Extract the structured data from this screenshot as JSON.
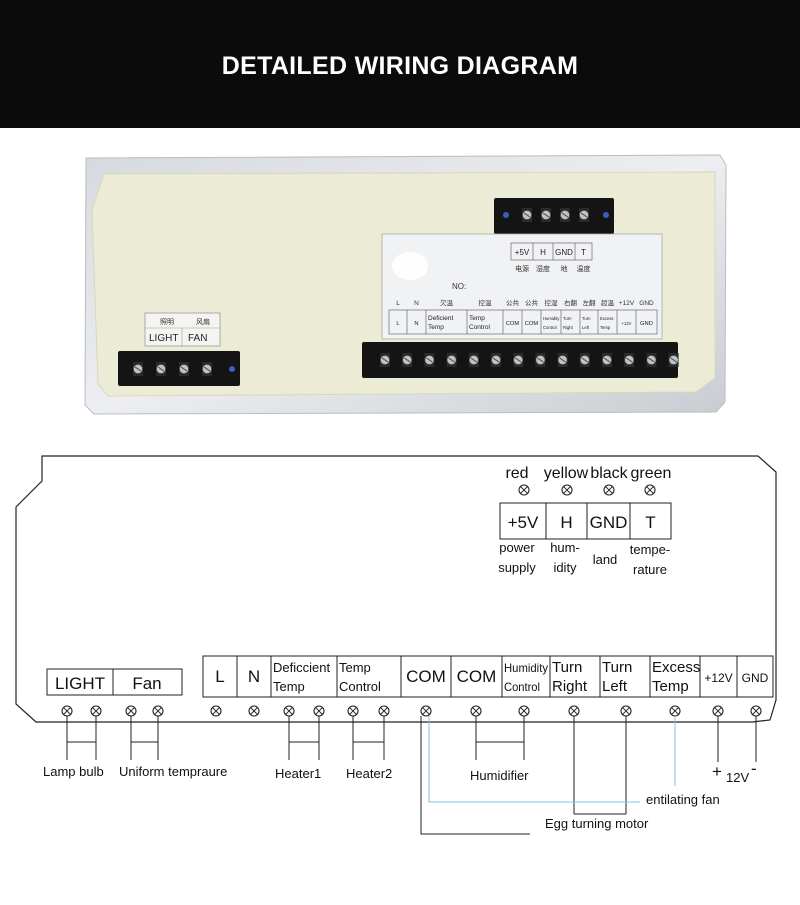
{
  "header": {
    "title": "DETAILED WIRING DIAGRAM"
  },
  "photo": {
    "small_block_chinese": [
      "照明",
      "风扇"
    ],
    "small_block_labels": [
      "LIGHT",
      "FAN"
    ],
    "sensor_labels": [
      "+5V",
      "H",
      "GND",
      "T"
    ],
    "sensor_chinese": [
      "电源",
      "湿度",
      "地",
      "温度"
    ],
    "no_label": "NO:",
    "main_top_labels": [
      "L",
      "N",
      "欠温",
      "控温",
      "公共",
      "公共",
      "控湿",
      "右翻",
      "左翻",
      "超温",
      "+12V",
      "GND"
    ],
    "main_labels": [
      "L",
      "N",
      "Deficient Temp",
      "Temp Control",
      "COM",
      "COM",
      "Humidity Control",
      "Turn Right",
      "Turn Left",
      "Excess Temp",
      "+12V",
      "GND"
    ]
  },
  "diagram": {
    "sensor_colors": [
      "red",
      "yellow",
      "black",
      "green"
    ],
    "sensor_terminals": [
      "+5V",
      "H",
      "GND",
      "T"
    ],
    "sensor_descriptions": [
      "power\nsupply",
      "hum-\nidity",
      "land",
      "tempe-\nrature"
    ],
    "left_terminals": [
      "LIGHT",
      "Fan"
    ],
    "main_terminals": [
      {
        "line1": "L",
        "line2": ""
      },
      {
        "line1": "N",
        "line2": ""
      },
      {
        "line1": "Deficcient",
        "line2": "Temp"
      },
      {
        "line1": "Temp",
        "line2": "Control"
      },
      {
        "line1": "COM",
        "line2": ""
      },
      {
        "line1": "COM",
        "line2": ""
      },
      {
        "line1": "Humidity",
        "line2": "Control"
      },
      {
        "line1": "Turn",
        "line2": "Right"
      },
      {
        "line1": "Turn",
        "line2": "Left"
      },
      {
        "line1": "Excess",
        "line2": "Temp"
      },
      {
        "line1": "+12V",
        "line2": ""
      },
      {
        "line1": "GND",
        "line2": ""
      }
    ],
    "wire_labels": {
      "lamp": "Lamp bulb",
      "uniform": "Uniform tempraure",
      "heater1": "Heater1",
      "heater2": "Heater2",
      "humidifier": "Humidifier",
      "fan": "entilating fan",
      "motor": "Egg turning motor",
      "plus": "+",
      "v12": "12V",
      "minus": "-"
    },
    "colors": {
      "wire": "#222222",
      "fan_wire": "#7fc7e6"
    }
  }
}
